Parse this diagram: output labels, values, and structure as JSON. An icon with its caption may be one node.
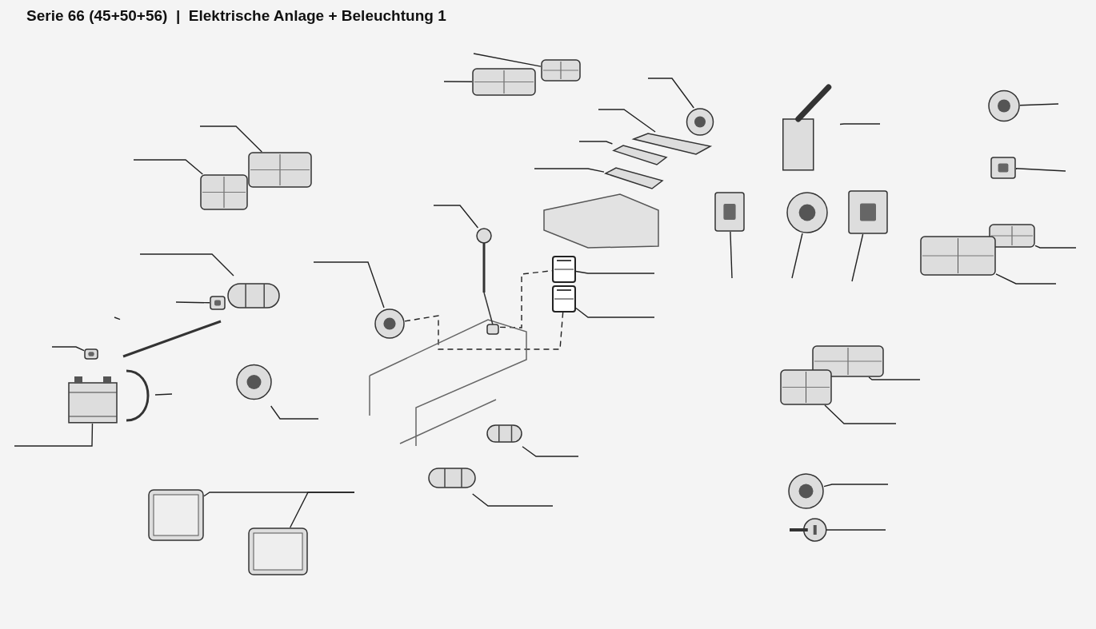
{
  "diagram": {
    "title": "Serie 66 (45+50+56)  |  Elektrische Anlage + Beleuchtung 1",
    "nodes": [
      {
        "text": [],
        "shape": "picture"
      },
      {
        "text": [],
        "shape": "picture"
      },
      {
        "text": [],
        "shape": "picture"
      },
      {
        "text": [],
        "shape": "picture"
      },
      {
        "text": [],
        "shape": "picture"
      },
      {
        "text": [],
        "shape": "picture"
      },
      {
        "text": [],
        "shape": "picture"
      },
      {
        "text": [],
        "shape": "picture"
      },
      {
        "text": [],
        "shape": "picture"
      },
      {
        "text": [],
        "shape": "picture"
      },
      {
        "text": [],
        "shape": "picture"
      },
      {
        "text": [],
        "shape": "picture"
      },
      {
        "text": [],
        "shape": "picture"
      },
      {
        "text": [],
        "shape": "picture"
      },
      {
        "text": [],
        "shape": "picture"
      },
      {
        "text": [],
        "shape": "picture"
      },
      {
        "text": [],
        "shape": "picture"
      },
      {
        "text": [],
        "shape": "picture"
      },
      {
        "text": [],
        "shape": "picture"
      },
      {
        "text": [],
        "shape": "picture"
      },
      {
        "text": [],
        "shape": "picture"
      },
      {
        "text": [],
        "shape": "picture"
      },
      {
        "text": [],
        "shape": "picture"
      },
      {
        "text": [],
        "shape": "picture"
      },
      {
        "text": [],
        "shape": "picture"
      },
      {
        "text": [],
        "shape": "picture"
      },
      {
        "text": [],
        "shape": "picture"
      },
      {
        "text": [],
        "shape": "picture"
      },
      {
        "text": [],
        "shape": "picture"
      },
      {
        "text": [],
        "shape": "picture"
      },
      {
        "text": [],
        "shape": "picture"
      },
      {
        "text": [],
        "shape": "picture"
      },
      {
        "text": [],
        "shape": "picture"
      },
      {
        "text": [],
        "shape": "picture"
      },
      {
        "text": [],
        "shape": "picture"
      }
    ],
    "edges": [
      {
        "from": null,
        "to": 0,
        "arrow": "none"
      },
      {
        "from": null,
        "to": 1,
        "arrow": "none"
      },
      {
        "from": null,
        "to": 2,
        "arrow": "none"
      },
      {
        "from": null,
        "to": 3,
        "arrow": "none"
      },
      {
        "from": null,
        "to": 4,
        "arrow": "none"
      },
      {
        "from": null,
        "to": 5,
        "arrow": "none"
      },
      {
        "from": null,
        "to": 6,
        "arrow": "none"
      },
      {
        "from": null,
        "to": 7,
        "arrow": "none"
      },
      {
        "from": null,
        "to": 8,
        "arrow": "none"
      },
      {
        "from": null,
        "to": 9,
        "arrow": "none"
      },
      {
        "from": null,
        "to": 10,
        "arrow": "none"
      },
      {
        "from": null,
        "to": 11,
        "arrow": "none"
      },
      {
        "from": null,
        "to": 12,
        "arrow": "none"
      },
      {
        "from": null,
        "to": 13,
        "arrow": "none"
      },
      {
        "from": null,
        "to": 14,
        "arrow": "none"
      },
      {
        "from": null,
        "to": 15,
        "arrow": "none"
      },
      {
        "from": null,
        "to": 16,
        "arrow": "none"
      },
      {
        "from": null,
        "to": 17,
        "arrow": "none"
      },
      {
        "from": null,
        "to": 18,
        "arrow": "none"
      },
      {
        "from": null,
        "to": 19,
        "arrow": "none"
      },
      {
        "from": null,
        "to": 20,
        "arrow": "none"
      },
      {
        "from": null,
        "to": 21,
        "arrow": "none"
      },
      {
        "from": null,
        "to": 22,
        "arrow": "none"
      },
      {
        "from": null,
        "to": 23,
        "arrow": "none"
      },
      {
        "from": null,
        "to": 24,
        "arrow": "none"
      },
      {
        "from": null,
        "to": 25,
        "arrow": "none"
      },
      {
        "from": null,
        "to": 26,
        "arrow": "none"
      },
      {
        "from": null,
        "to": 27,
        "arrow": "none"
      },
      {
        "from": null,
        "to": 28,
        "arrow": "none"
      },
      {
        "from": null,
        "to": 29,
        "arrow": "none"
      },
      {
        "from": null,
        "to": 30,
        "arrow": "none"
      },
      {
        "from": null,
        "to": 31,
        "arrow": "none"
      },
      {
        "from": null,
        "to": 32,
        "arrow": "none"
      },
      {
        "from": null,
        "to": 33,
        "arrow": "none"
      },
      {
        "from": null,
        "to": 34,
        "arrow": "none"
      },
      {
        "from": 23,
        "to": 26,
        "arrow": "none",
        "style": "dashed"
      },
      {
        "from": 24,
        "to": 25,
        "arrow": "none",
        "style": "dashed"
      }
    ]
  }
}
